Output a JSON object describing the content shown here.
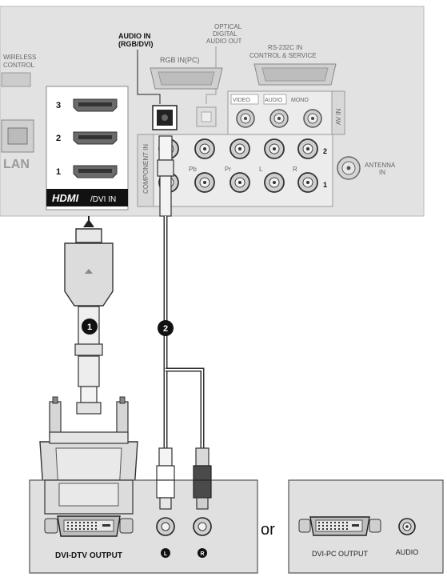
{
  "tv_panel": {
    "labels": {
      "audio_in": "AUDIO IN",
      "audio_in_sub": "(RGB/DVI)",
      "rgb_in_pc": "RGB IN(PC)",
      "optical": "OPTICAL",
      "optical_sub": "DIGITAL",
      "optical_sub2": "AUDIO OUT",
      "rs232c": "RS-232C IN",
      "rs232c_sub": "CONTROL & SERVICE",
      "wireless": "WIRELESS",
      "wireless_sub": "CONTROL",
      "lan": "LAN",
      "antenna": "ANTENNA",
      "antenna_sub": "IN",
      "component_in": "COMPONENT IN",
      "av_in": "AV IN",
      "video": "VIDEO",
      "audio_mono": "AUDIO",
      "mono": "MONO",
      "pb": "Pb",
      "pr": "Pr",
      "l": "L",
      "r": "R",
      "row_1": "1",
      "row_2": "2"
    },
    "hdmi": {
      "ports": [
        "3",
        "2",
        "1"
      ],
      "brand": "HDMI",
      "suffix": "/DVI IN"
    }
  },
  "steps": [
    "1",
    "2"
  ],
  "source_device": {
    "dvi_label": "DVI-DTV OUTPUT",
    "left_jack": "L",
    "right_jack": "R"
  },
  "or_text": "or",
  "pc_device": {
    "dvi_label": "DVI-PC OUTPUT",
    "audio_label": "AUDIO"
  }
}
